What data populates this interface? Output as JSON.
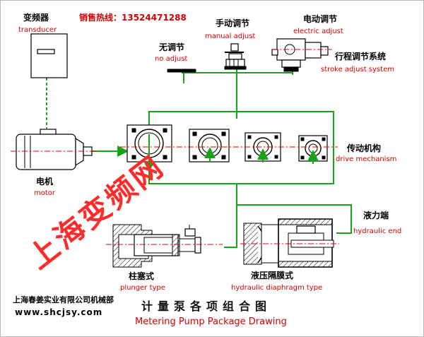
{
  "hotline": "销售热线：13524471288",
  "transducer": {
    "cn": "变频器",
    "en": "transducer"
  },
  "motor": {
    "cn": "电机",
    "en": "motor"
  },
  "no_adjust": {
    "cn": "无调节",
    "en": "no adjust"
  },
  "manual_adjust": {
    "cn": "手动调节",
    "en": "manual adjust"
  },
  "electric_adjust": {
    "cn": "电动调节",
    "en": "electric adjust"
  },
  "stroke_adjust": {
    "cn": "行程调节系统",
    "en": "stroke adjust system"
  },
  "drive_mechanism": {
    "cn": "传动机构",
    "en": "drive mechanism"
  },
  "hydraulic_end": {
    "cn": "液力端",
    "en": "hydraulic end"
  },
  "plunger_type": {
    "cn": "柱塞式",
    "en": "plunger type"
  },
  "diaphragm_type": {
    "cn": "液压隔膜式",
    "en": "hydraulic diaphragm type"
  },
  "watermark": [
    "上",
    "海",
    "变",
    "频",
    "网"
  ],
  "title": {
    "cn": "计量泵各项组合图",
    "en": "Metering Pump Package Drawing"
  },
  "company": "上海春姜实业有限公司机械部",
  "website": "www.shcjsy.com",
  "colors": {
    "line": "#19a319",
    "label_en": "#d40000",
    "watermark": "#ff2a2a"
  }
}
